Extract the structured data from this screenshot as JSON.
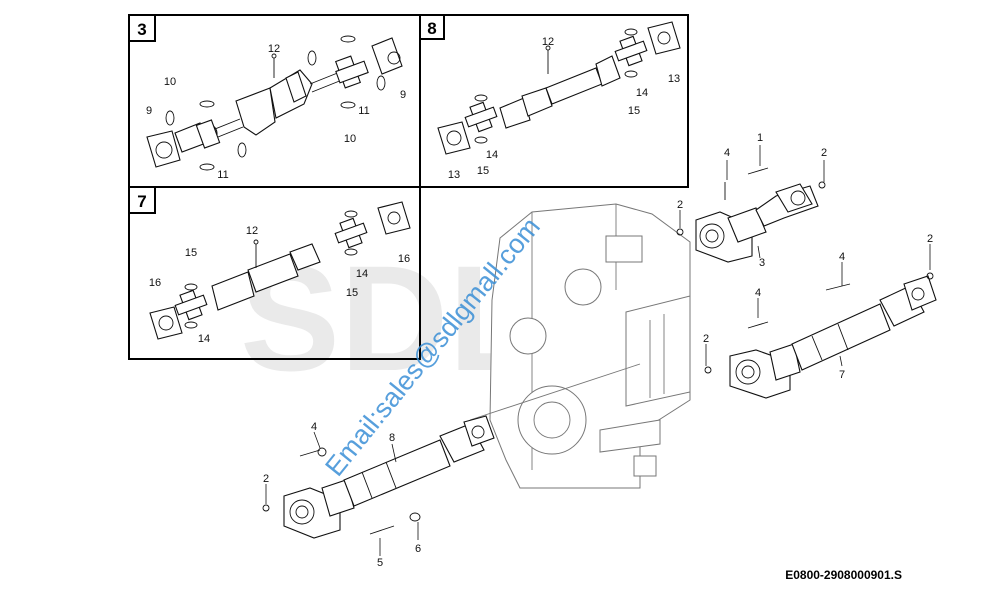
{
  "watermark": {
    "logo": "SDLG",
    "email": "Email:sales@sdlgmall.com"
  },
  "reference_code": "E0800-2908000901.S",
  "detail_boxes": [
    {
      "number": "3"
    },
    {
      "number": "8"
    },
    {
      "number": "7"
    }
  ],
  "main_callouts": {
    "c1": "1",
    "c2a": "2",
    "c2b": "2",
    "c2c": "2",
    "c2d": "2",
    "c2e": "2",
    "c3": "3",
    "c4a": "4",
    "c4b": "4",
    "c4c": "4",
    "c4d": "4",
    "c5": "5",
    "c6": "6",
    "c7": "7",
    "c8": "8"
  },
  "box3_callouts": {
    "c12": "12",
    "c10a": "10",
    "c9a": "9",
    "c9b": "9",
    "c11a": "11",
    "c11b": "11",
    "c10b": "10"
  },
  "box8_callouts": {
    "c12": "12",
    "c13a": "13",
    "c13b": "13",
    "c14a": "14",
    "c14b": "14",
    "c15a": "15",
    "c15b": "15"
  },
  "box7_callouts": {
    "c12": "12",
    "c15a": "15",
    "c15b": "15",
    "c16a": "16",
    "c16b": "16",
    "c14a": "14",
    "c14b": "14"
  }
}
